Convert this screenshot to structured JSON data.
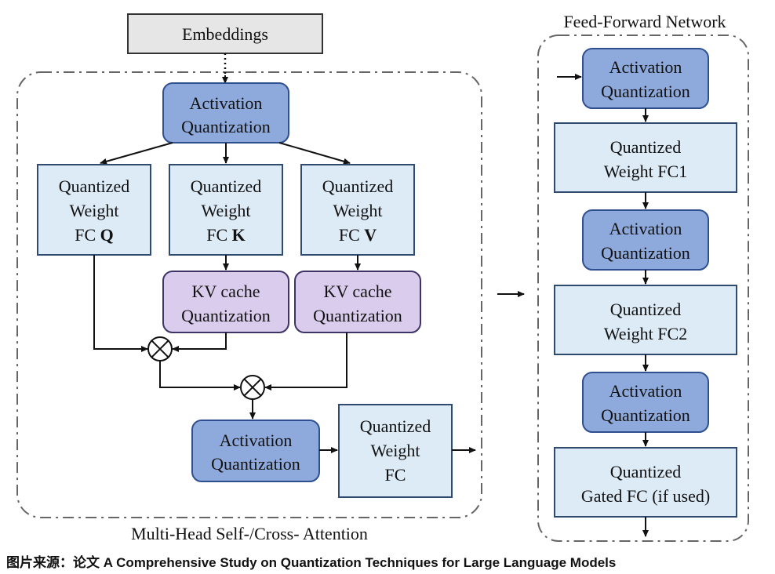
{
  "colors": {
    "activation_fill": "#8EA9DB",
    "activation_stroke": "#2F4F8F",
    "weight_fill": "#DDEBF7",
    "weight_stroke": "#2E4A6E",
    "kv_fill": "#D9CCEC",
    "kv_stroke": "#3E3566",
    "embedding_fill": "#E6E6E6",
    "line": "#111111",
    "group_border": "#666666"
  },
  "embeddings": {
    "label": "Embeddings"
  },
  "attention": {
    "caption": "Multi-Head Self-/Cross- Attention",
    "act_top": {
      "line1": "Activation",
      "line2": "Quantization"
    },
    "fc_q": {
      "line1": "Quantized",
      "line2": "Weight",
      "line3_prefix": "FC ",
      "line3_bold": "Q"
    },
    "fc_k": {
      "line1": "Quantized",
      "line2": "Weight",
      "line3_prefix": "FC ",
      "line3_bold": "K"
    },
    "fc_v": {
      "line1": "Quantized",
      "line2": "Weight",
      "line3_prefix": "FC ",
      "line3_bold": "V"
    },
    "kv_k": {
      "line1": "KV cache",
      "line2": "Quantization"
    },
    "kv_v": {
      "line1": "KV cache",
      "line2": "Quantization"
    },
    "multiply_symbol": "⊗",
    "act_bottom": {
      "line1": "Activation",
      "line2": "Quantization"
    },
    "fc_out": {
      "line1": "Quantized",
      "line2": "Weight",
      "line3": "FC"
    }
  },
  "ffn": {
    "caption": "Feed-Forward Network",
    "act1": {
      "line1": "Activation",
      "line2": "Quantization"
    },
    "fc1": {
      "line1": "Quantized",
      "line2": "Weight FC1"
    },
    "act2": {
      "line1": "Activation",
      "line2": "Quantization"
    },
    "fc2": {
      "line1": "Quantized",
      "line2": "Weight FC2"
    },
    "act3": {
      "line1": "Activation",
      "line2": "Quantization"
    },
    "gated": {
      "line1": "Quantized",
      "line2": "Gated FC (if used)"
    }
  },
  "source": "图片来源：论文 A Comprehensive Study on Quantization Techniques for Large Language Models"
}
